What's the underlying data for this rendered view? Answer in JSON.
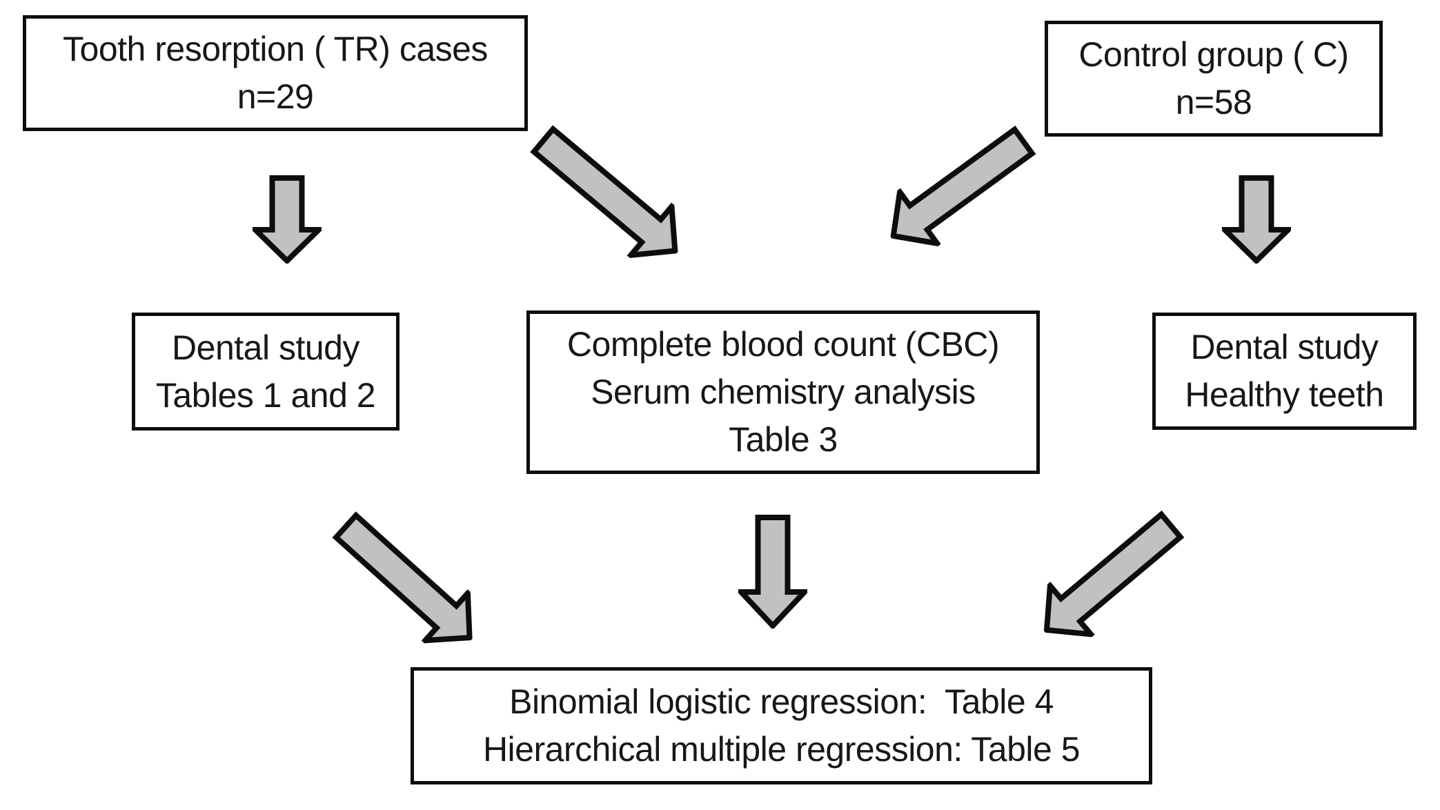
{
  "figure": {
    "type": "flowchart",
    "description": "Study design flow diagram for tooth resorption cases and control group"
  },
  "colors": {
    "background": "#ffffff",
    "box_fill": "#ffffff",
    "box_border": "#0d0d0d",
    "arrow_fill": "#c1c1c1",
    "arrow_outline": "#0d0d0d",
    "text": "#171717"
  },
  "nodes": {
    "tr_cases": {
      "lines": [
        "Tooth resorption ( TR) cases",
        "n=29"
      ]
    },
    "control_group": {
      "lines": [
        "Control group ( C)",
        "n=58"
      ]
    },
    "dental_study_tr": {
      "lines": [
        "Dental study",
        "Tables 1 and 2"
      ]
    },
    "cbc": {
      "lines": [
        "Complete blood count (CBC)",
        "Serum chemistry analysis",
        "Table 3"
      ]
    },
    "dental_study_control": {
      "lines": [
        "Dental study",
        "Healthy teeth"
      ]
    },
    "regression": {
      "lines": [
        "Binomial logistic regression:  Table 4",
        "Hierarchical multiple regression: Table 5"
      ]
    }
  },
  "edges": [
    {
      "from": "tr_cases",
      "to": "dental_study_tr",
      "direction": "down"
    },
    {
      "from": "tr_cases",
      "to": "cbc",
      "direction": "down-right"
    },
    {
      "from": "control_group",
      "to": "cbc",
      "direction": "down-left"
    },
    {
      "from": "control_group",
      "to": "dental_study_control",
      "direction": "down"
    },
    {
      "from": "dental_study_tr",
      "to": "regression",
      "direction": "down-right"
    },
    {
      "from": "cbc",
      "to": "regression",
      "direction": "down"
    },
    {
      "from": "dental_study_control",
      "to": "regression",
      "direction": "down-left"
    }
  ]
}
